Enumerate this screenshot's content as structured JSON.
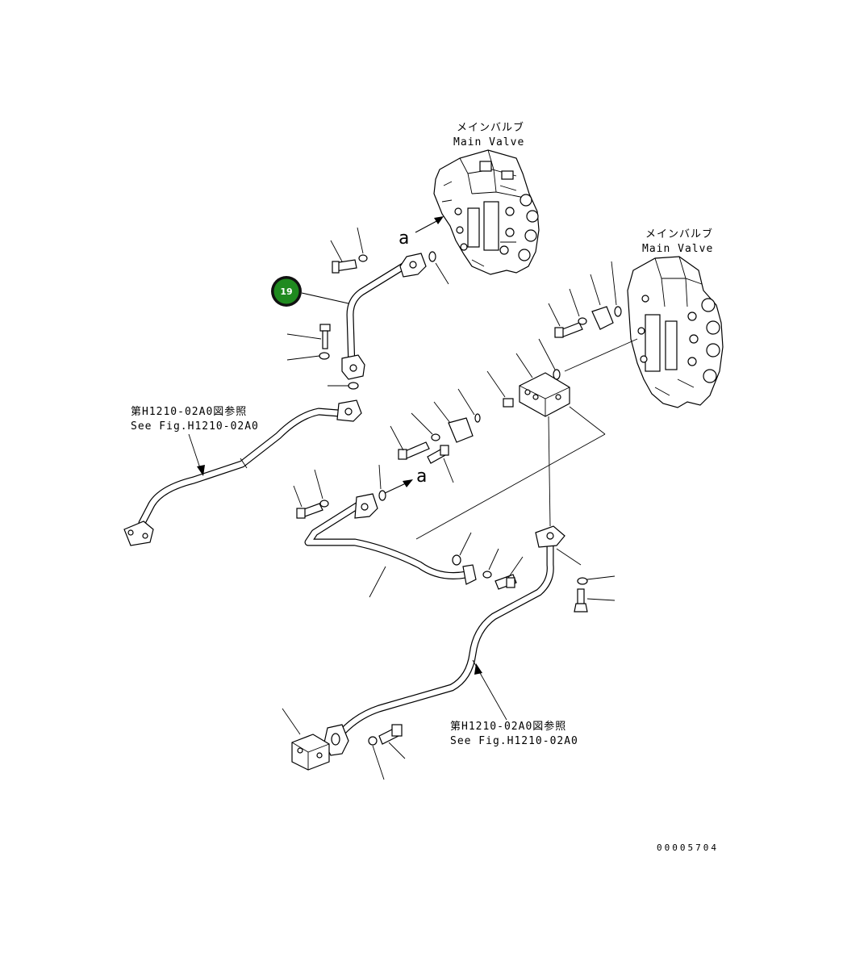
{
  "labels": {
    "main_valve_top_jp": "メインバルブ",
    "main_valve_top_en": "Main Valve",
    "main_valve_right_jp": "メインバルブ",
    "main_valve_right_en": "Main Valve",
    "ref_left_jp": "第H1210-02A0図参照",
    "ref_left_en": "See Fig.H1210-02A0",
    "ref_bottom_jp": "第H1210-02A0図参照",
    "ref_bottom_en": "See Fig.H1210-02A0",
    "arrow_a_top": "a",
    "arrow_a_mid": "a",
    "figure_number": "00005704"
  },
  "callout": {
    "number": "19",
    "color": "#1f8a1f"
  }
}
